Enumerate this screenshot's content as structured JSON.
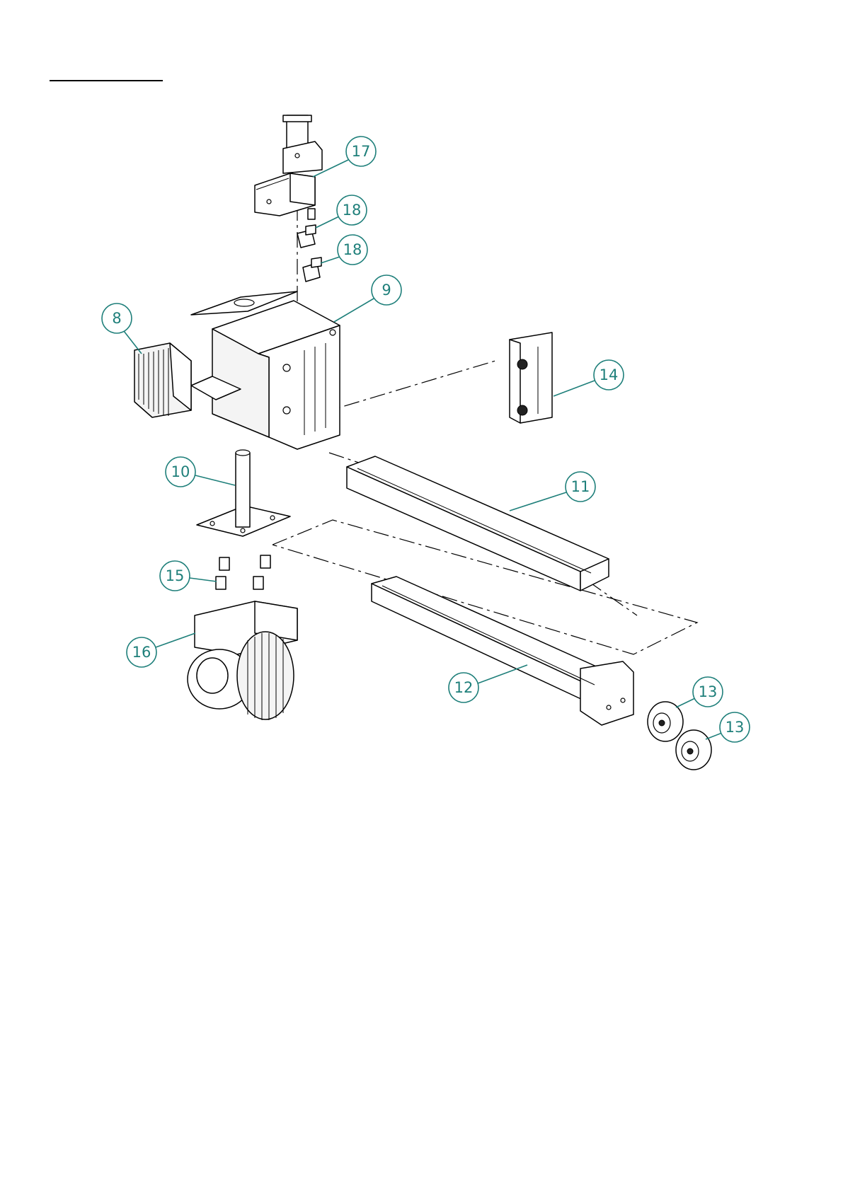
{
  "colors": {
    "callout": "#1e7f7a",
    "line": "#000000"
  },
  "callouts": [
    {
      "label": "17",
      "part": "upper-lift-assembly"
    },
    {
      "label": "18",
      "part": "bracket-upper"
    },
    {
      "label": "18",
      "part": "bracket-lower"
    },
    {
      "label": "9",
      "part": "main-frame"
    },
    {
      "label": "8",
      "part": "controller-module"
    },
    {
      "label": "14",
      "part": "side-bracket"
    },
    {
      "label": "10",
      "part": "column-tube"
    },
    {
      "label": "11",
      "part": "upper-leg"
    },
    {
      "label": "15",
      "part": "spacer"
    },
    {
      "label": "16",
      "part": "drive-wheel-unit"
    },
    {
      "label": "12",
      "part": "lower-leg"
    },
    {
      "label": "13",
      "part": "roller-front"
    },
    {
      "label": "13",
      "part": "roller-rear"
    }
  ]
}
